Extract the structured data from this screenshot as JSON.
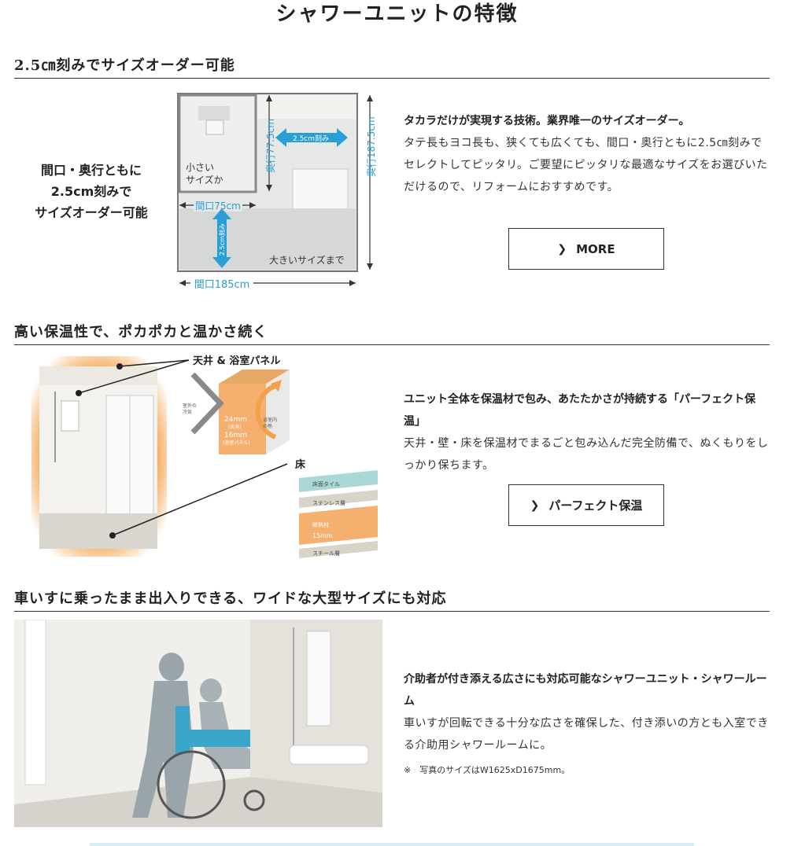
{
  "page": {
    "title": "シャワーユニットの特徴"
  },
  "sections": [
    {
      "heading": "2.5㎝刻みでサイズオーダー可能",
      "figure": {
        "caption_lines": [
          "間口・奥行ともに",
          "2.5cm刻みで",
          "サイズオーダー可能"
        ],
        "labels": {
          "small_size": [
            "小さい",
            "サイズか"
          ],
          "large_size": "大きいサイズまで",
          "depth_small": "奥行77.5cm",
          "depth_large": "奥行187.5cm",
          "step_h": "2.5cm刻み",
          "step_v": "2.5cm刻み",
          "width_small": "間口75cm",
          "width_large": "間口185cm"
        }
      },
      "lead": "タカラだけが実現する技術。業界唯一のサイズオーダー。",
      "body": "タテ長もヨコ長も、狭くても広くても、間口・奥行ともに2.5㎝刻みでセレクトしてピッタリ。ご要望にピッタリな最適なサイズをお選びいただけるので、リフォームにおすすめです。",
      "button": {
        "label": "MORE",
        "icon": "chevron-right-icon"
      }
    },
    {
      "heading": "高い保温性で、ポカポカと温かさ続く",
      "figure": {
        "labels": {
          "ceiling_wall": "天井 & 浴室パネル",
          "floor": "床",
          "outside_cold": [
            "室外の",
            "冷気"
          ],
          "inside_keep": [
            "浴室内",
            "の熱"
          ],
          "panel_24": "24mm",
          "panel_24_sub": "(天井)",
          "panel_16": "16mm",
          "panel_16_sub": "(浴室パネル)",
          "layer_tile": "床面タイル",
          "layer_stainless": "ステンレス層",
          "layer_insulation": "断熱材",
          "layer_15mm": "15mm",
          "layer_steel": "スチール層"
        }
      },
      "lead": "ユニット全体を保温材で包み、あたたかさが持続する「パーフェクト保温」",
      "body": "天井・壁・床を保温材でまるごと包み込んだ完全防備で、ぬくもりをしっかり保ちます。",
      "button": {
        "label": "パーフェクト保温",
        "icon": "chevron-right-icon"
      }
    },
    {
      "heading": "車いすに乗ったまま出入りできる、ワイドな大型サイズにも対応",
      "lead": "介助者が付き添える広さにも対応可能なシャワーユニット・シャワールーム",
      "body": "車いすが回転できる十分な広さを確保した、付き添いの方とも入室できる介助用シャワールームに。",
      "note": "※　写真のサイズはW1625xD1675mm。"
    }
  ],
  "colors": {
    "accent_blue": "#2a9fd6",
    "warm_orange": "#f5a04a",
    "heading_line": "#333333",
    "bar": "#d9eef2"
  }
}
